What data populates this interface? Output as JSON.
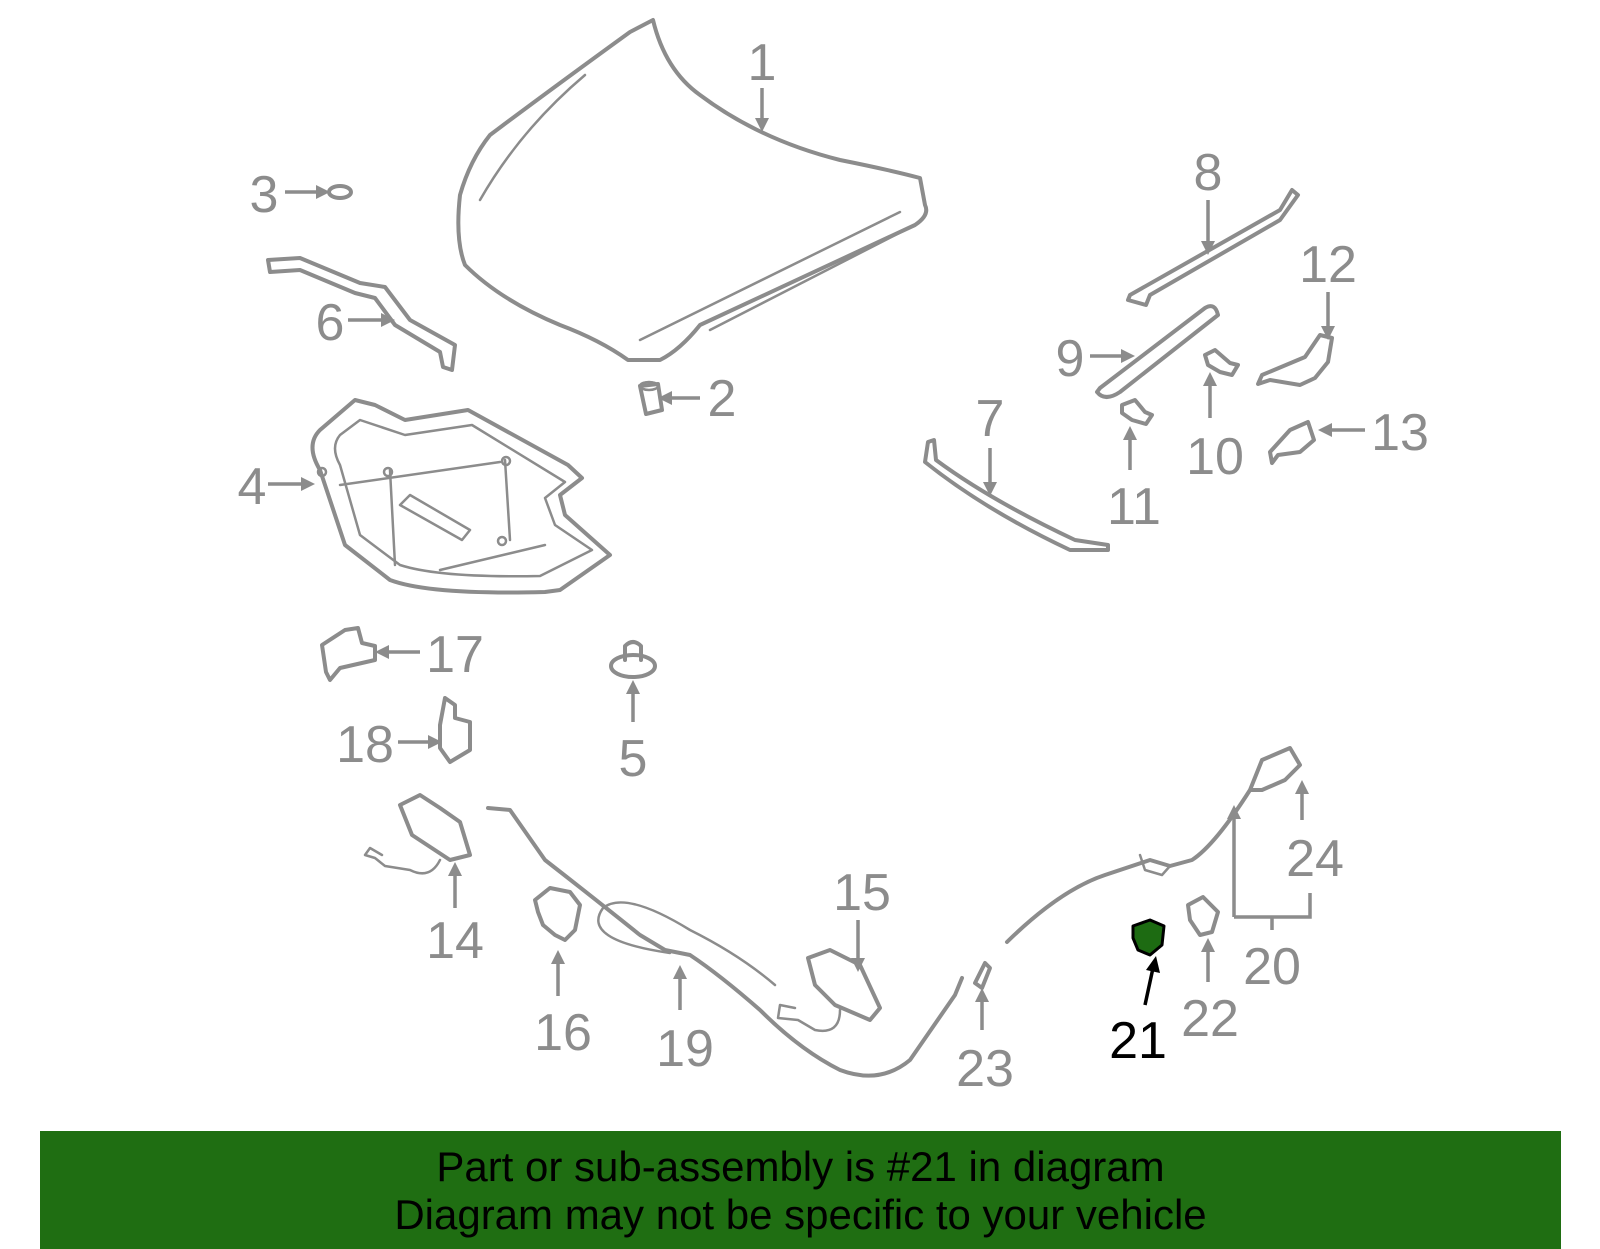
{
  "callouts": [
    "1",
    "2",
    "3",
    "4",
    "5",
    "6",
    "7",
    "8",
    "9",
    "10",
    "11",
    "12",
    "13",
    "14",
    "15",
    "16",
    "17",
    "18",
    "19",
    "20",
    "21",
    "22",
    "23",
    "24"
  ],
  "highlighted_part": "21",
  "colors": {
    "part_gray": "#8c8c8c",
    "highlight_green": "#1d6b12",
    "banner_green": "#1f6e12",
    "background": "#ffffff"
  },
  "banner": {
    "line1": "Part or sub-assembly is #21 in diagram",
    "line2": "Diagram may not be specific to your vehicle"
  }
}
